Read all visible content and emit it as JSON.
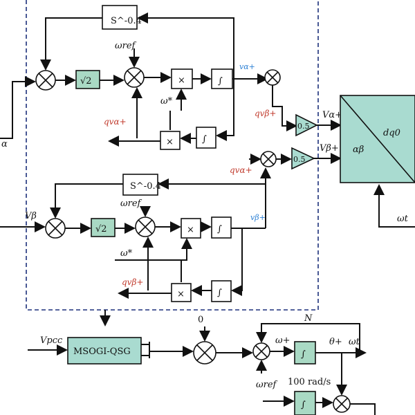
{
  "blocks": {
    "delay_top": "S^-0.4",
    "delay_mid": "S^-0.4",
    "sqrt2_top": "√2",
    "sqrt2_mid": "√2",
    "mult": "×",
    "integ": "∫",
    "gain_top": "0.5",
    "gain_bottom": "0.5",
    "msogi": "MSOGI-QSG",
    "transform_top": "dq0",
    "transform_bottom": "αβ"
  },
  "labels": {
    "alpha_in": "α",
    "v_beta": "Vβ",
    "v_pcc": "Vpcc",
    "w_ref_top": "ωref",
    "w_ref_mid": "ωref",
    "w_ref_low": "ωref",
    "w_top": "ω*",
    "w_mid": "ω*",
    "v_alpha_red": "qvα+",
    "v_beta_red": "qvβ+",
    "q_red_mid": "qvα+",
    "q_red_low": "qvβ+",
    "v_alpha_blue": "vα+",
    "v_beta_blue": "vβ+",
    "v_alpha_out": "Vα+",
    "v_beta_out": "Vβ+",
    "omega_t": "ωt",
    "zero": "0",
    "n_label": "N",
    "omega_plus": "ω+",
    "theta_plus": "θ+",
    "theta_out": "ωt",
    "rad": "100 rad/s"
  },
  "colors": {
    "green_block": "#a9d9c4",
    "teal_block": "#a9dbd0",
    "dashed_border": "#1b2f7a",
    "red_text": "#c0392b",
    "blue_text": "#2a7fd4"
  }
}
